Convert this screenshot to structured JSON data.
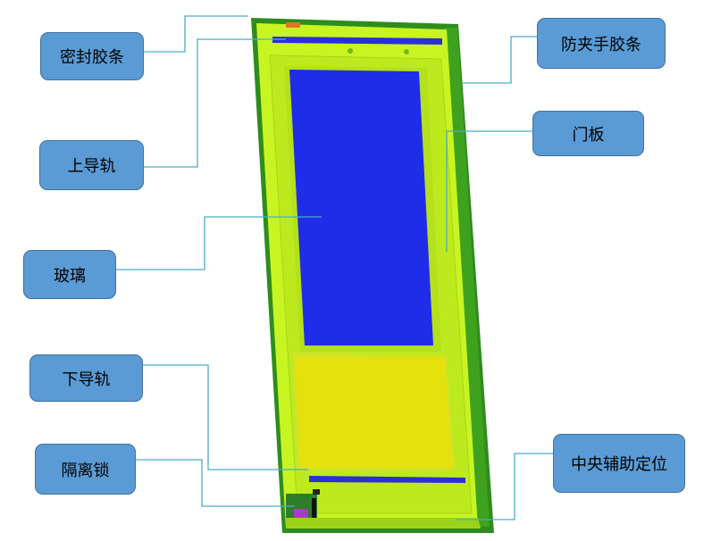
{
  "colors": {
    "frame_outer": "#2f8c1e",
    "frame_mid": "#5ec51a",
    "door_panel": "#c8f522",
    "glass": "#1f2de8",
    "lower_panel": "#e5e10c",
    "rail": "#2b2fd8",
    "callout_fill": "#5b9bd5",
    "callout_border": "#41719c",
    "leader_line": "#4bacc6"
  },
  "labels": {
    "seal_strip": "密封胶条",
    "anti_pinch_strip": "防夹手胶条",
    "upper_rail": "上导轨",
    "door_panel": "门板",
    "glass": "玻璃",
    "lower_rail": "下导轨",
    "isolation_lock": "隔离锁",
    "center_positioning": "中央辅助定位"
  }
}
